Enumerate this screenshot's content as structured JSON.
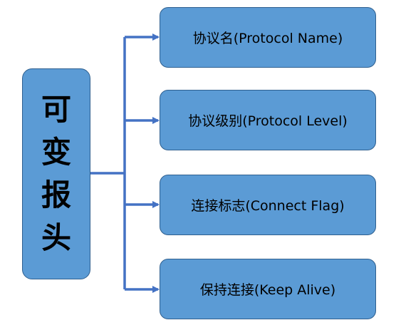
{
  "root": {
    "title_chars": [
      "可",
      "变",
      "报",
      "头"
    ]
  },
  "children": [
    {
      "label": "协议名(Protocol Name)"
    },
    {
      "label": "协议级别(Protocol Level)"
    },
    {
      "label": "连接标志(Connect Flag)"
    },
    {
      "label": "保持连接(Keep Alive)"
    }
  ],
  "colors": {
    "box_fill": "#5b9bd5",
    "box_border": "#2e5f8f",
    "connector": "#4472c4"
  }
}
